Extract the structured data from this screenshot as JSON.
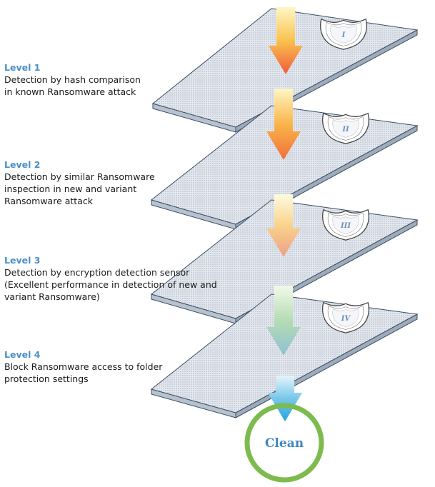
{
  "levels": [
    {
      "title": "Level 1",
      "lines": [
        "Detection by hash comparison",
        "in known Ransomware attack"
      ],
      "shield_label": "I",
      "arrow_colors": [
        "#fff6c4",
        "#f9c24e",
        "#f05a3a"
      ]
    },
    {
      "title": "Level 2",
      "lines": [
        "Detection by similar Ransomware",
        "inspection in new and variant",
        "Ransomware attack"
      ],
      "shield_label": "II",
      "arrow_colors": [
        "#fff6c4",
        "#f9b44a",
        "#f0703a"
      ]
    },
    {
      "title": "Level 3",
      "lines": [
        "Detection by encryption detection sensor",
        "(Excellent performance in detection of new and",
        "variant Ransomware)"
      ],
      "shield_label": "III",
      "arrow_colors": [
        "#fffbe0",
        "#f9d28a",
        "#eca088"
      ]
    },
    {
      "title": "Level 4",
      "lines": [
        "Block Ransomware access to folder",
        "protection settings"
      ],
      "shield_label": "IV",
      "arrow_colors": [
        "#f2f9ea",
        "#b5dcb2",
        "#8fc0d4"
      ]
    }
  ],
  "final_arrow_colors": [
    "#e6f4fb",
    "#78c8ea",
    "#1fa6e2"
  ],
  "result": {
    "label": "Clean",
    "ring_color": "#7dbb4e",
    "text_color": "#3f86c6"
  },
  "colors": {
    "plate_fill": "#dde3ec",
    "plate_edge": "#3a4d63",
    "level_title": "#4a8fc7"
  },
  "icons": {
    "shield": "shield-icon",
    "arrow": "arrow-down-icon",
    "ring": "ring-icon"
  }
}
